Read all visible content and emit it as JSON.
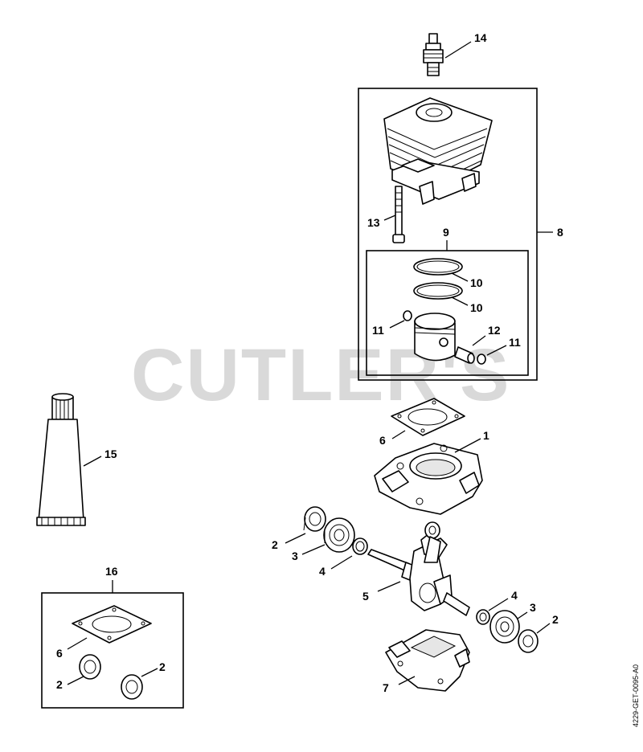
{
  "watermark": "CUTLER'S",
  "drawing_ref": "4229-GET-0095-A0",
  "callouts": {
    "c14": "14",
    "c13": "13",
    "c8": "8",
    "c9": "9",
    "c10a": "10",
    "c10b": "10",
    "c11a": "11",
    "c11b": "11",
    "c12": "12",
    "c15": "15",
    "c6a": "6",
    "c1": "1",
    "c2a": "2",
    "c3a": "3",
    "c4a": "4",
    "c5": "5",
    "c4b": "4",
    "c3b": "3",
    "c2b": "2",
    "c7": "7",
    "c16": "16",
    "c6b": "6",
    "c2c": "2",
    "c2d": "2"
  }
}
